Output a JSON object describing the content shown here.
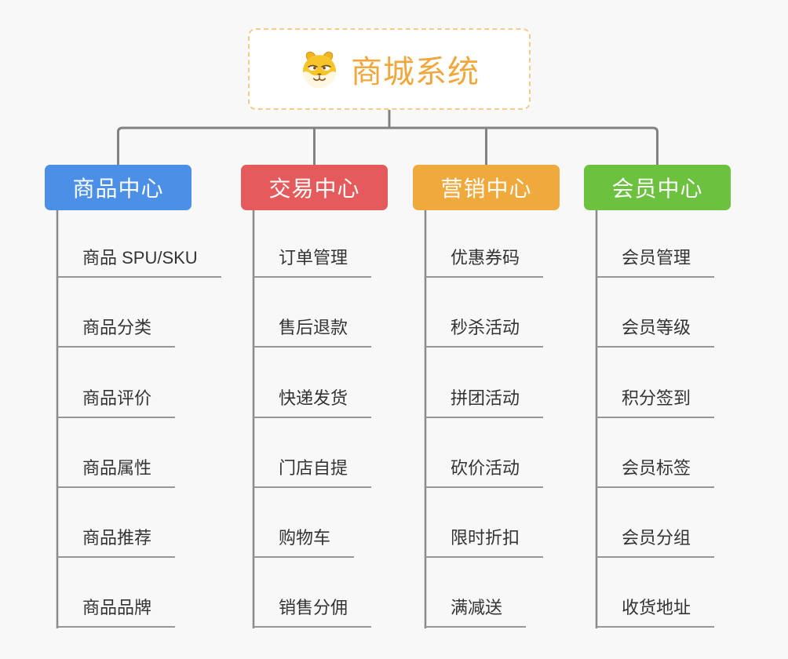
{
  "root": {
    "title": "商城系统",
    "icon": "shiba-dog-icon",
    "title_color": "#f0a73c",
    "border_color": "#f3cc8c"
  },
  "branches": [
    {
      "label": "商品中心",
      "color": "#4b90e6",
      "children": [
        "商品 SPU/SKU",
        "商品分类",
        "商品评价",
        "商品属性",
        "商品推荐",
        "商品品牌"
      ]
    },
    {
      "label": "交易中心",
      "color": "#e55b5b",
      "children": [
        "订单管理",
        "售后退款",
        "快递发货",
        "门店自提",
        "购物车",
        "销售分佣"
      ]
    },
    {
      "label": "营销中心",
      "color": "#efa93c",
      "children": [
        "优惠券码",
        "秒杀活动",
        "拼团活动",
        "砍价活动",
        "限时折扣",
        "满减送"
      ]
    },
    {
      "label": "会员中心",
      "color": "#6cc13f",
      "children": [
        "会员管理",
        "会员等级",
        "积分签到",
        "会员标签",
        "会员分组",
        "收货地址"
      ]
    }
  ],
  "connector_color": "#828282",
  "leaf_line_color": "#979797"
}
